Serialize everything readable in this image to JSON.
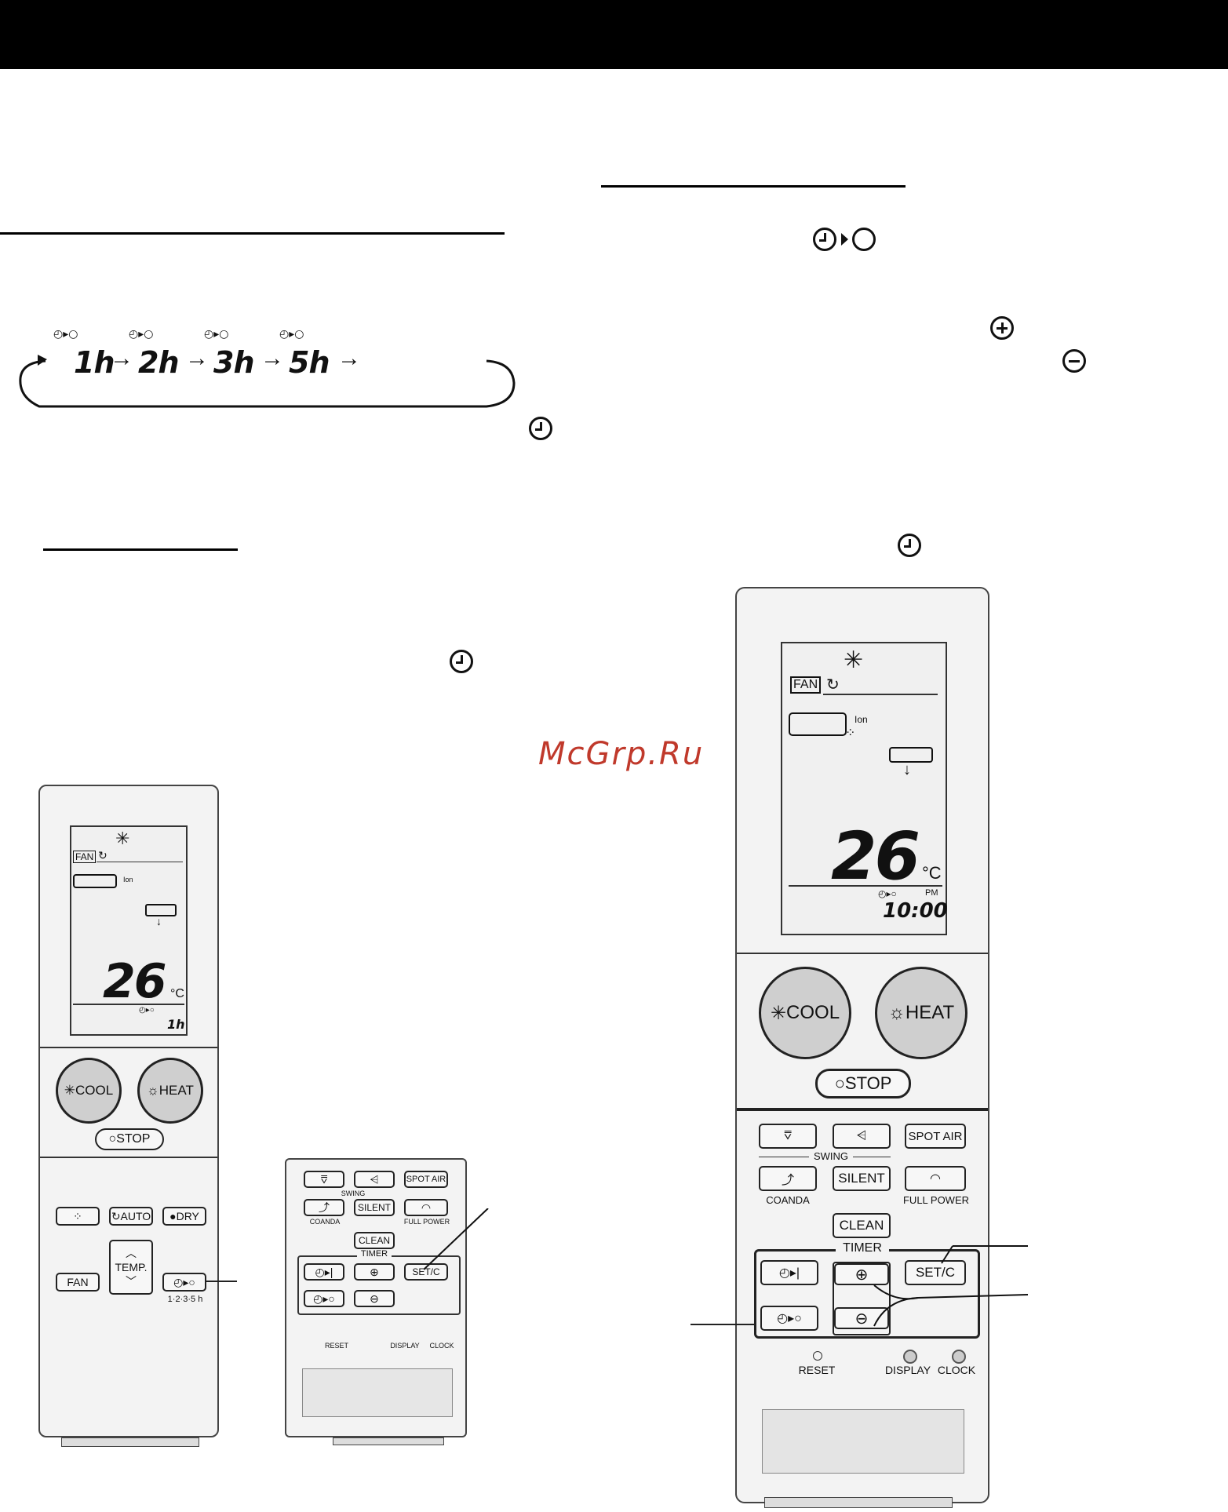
{
  "sequence": {
    "times": [
      "1h",
      "2h",
      "3h",
      "5h"
    ],
    "arrow": "→"
  },
  "watermark": "McGrp.Ru",
  "left_remote": {
    "temp": "26",
    "unit": "°C",
    "fan_label": "FAN",
    "ion_label": "Ion",
    "timer_value": "1h",
    "cool_label": "COOL",
    "heat_label": "HEAT",
    "stop_label": "STOP",
    "auto_label": "AUTO",
    "dry_label": "DRY",
    "fan_button_label": "FAN",
    "temp_label": "TEMP.",
    "timer_hours_label": "1·2·3·5 h"
  },
  "panel_small": {
    "spot_air": "SPOT AIR",
    "swing": "SWING",
    "coanda": "COANDA",
    "silent": "SILENT",
    "full_power": "FULL POWER",
    "clean": "CLEAN",
    "timer": "TIMER",
    "setc": "SET/C",
    "reset": "RESET",
    "display": "DISPLAY",
    "clock": "CLOCK"
  },
  "right_remote": {
    "fan_label": "FAN",
    "ion_label": "Ion",
    "temp": "26",
    "unit": "°C",
    "pm": "PM",
    "time": "10:00",
    "cool_label": "COOL",
    "heat_label": "HEAT",
    "stop_label": "STOP",
    "spot_air": "SPOT AIR",
    "swing": "SWING",
    "coanda": "COANDA",
    "silent": "SILENT",
    "full_power": "FULL POWER",
    "clean": "CLEAN",
    "timer": "TIMER",
    "setc": "SET/C",
    "reset": "RESET",
    "display": "DISPLAY",
    "clock": "CLOCK"
  },
  "icons": {
    "clock": "clock-icon",
    "off_timer": "off-timer-icon",
    "plus": "plus-icon",
    "minus": "minus-icon"
  }
}
